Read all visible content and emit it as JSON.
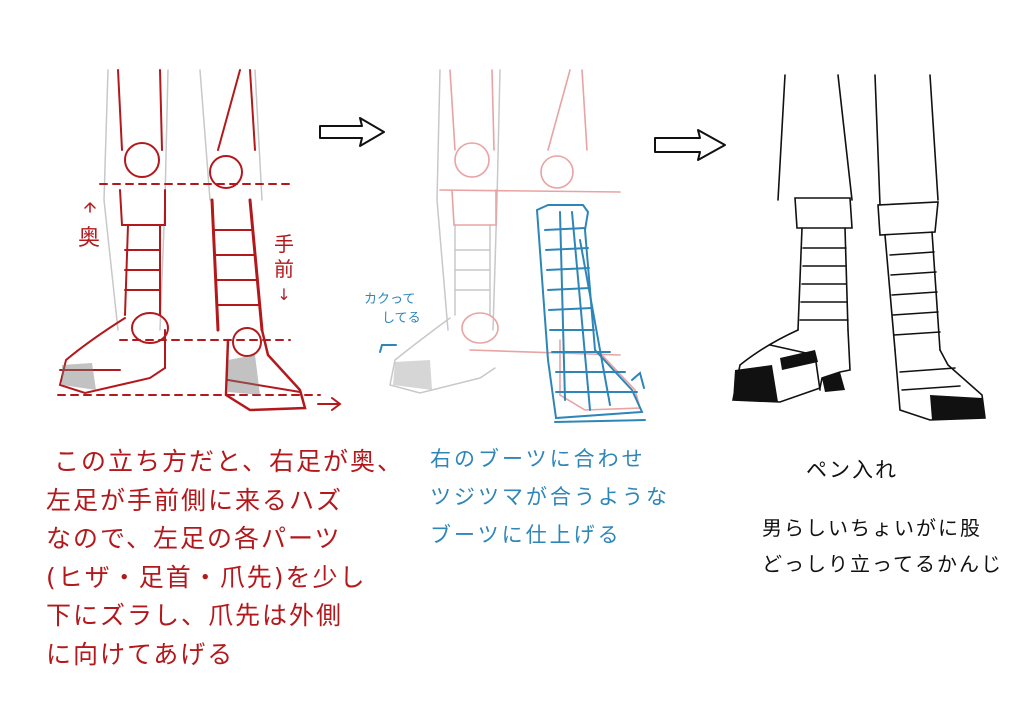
{
  "panels": {
    "step1": {
      "label_back": "奥",
      "label_back_arrow": "↑",
      "label_front": [
        "手",
        "前"
      ],
      "label_front_arrow": "↓",
      "explanation": [
        "この立ち方だと、右足が奥、",
        "左足が手前側に来るハズ",
        "なので、左足の各パーツ",
        "(ヒザ・足首・爪先)を少し",
        "下にズラし、爪先は外側",
        "に向けてあげる"
      ]
    },
    "step2": {
      "annotation": [
        "カクって",
        "してる"
      ],
      "explanation": [
        "右のブーツに合わせ",
        "ツジツマが合うような",
        "ブーツに仕上げる"
      ]
    },
    "step3": {
      "title": "ペン入れ",
      "explanation": [
        "男らしいちょいがに股",
        "どっしり立ってるかんじ"
      ]
    }
  },
  "colors": {
    "red": "#b3191c",
    "blue": "#2e86b8",
    "pink": "#e8a3a3",
    "gray": "#c8c8c8",
    "black": "#111111"
  }
}
